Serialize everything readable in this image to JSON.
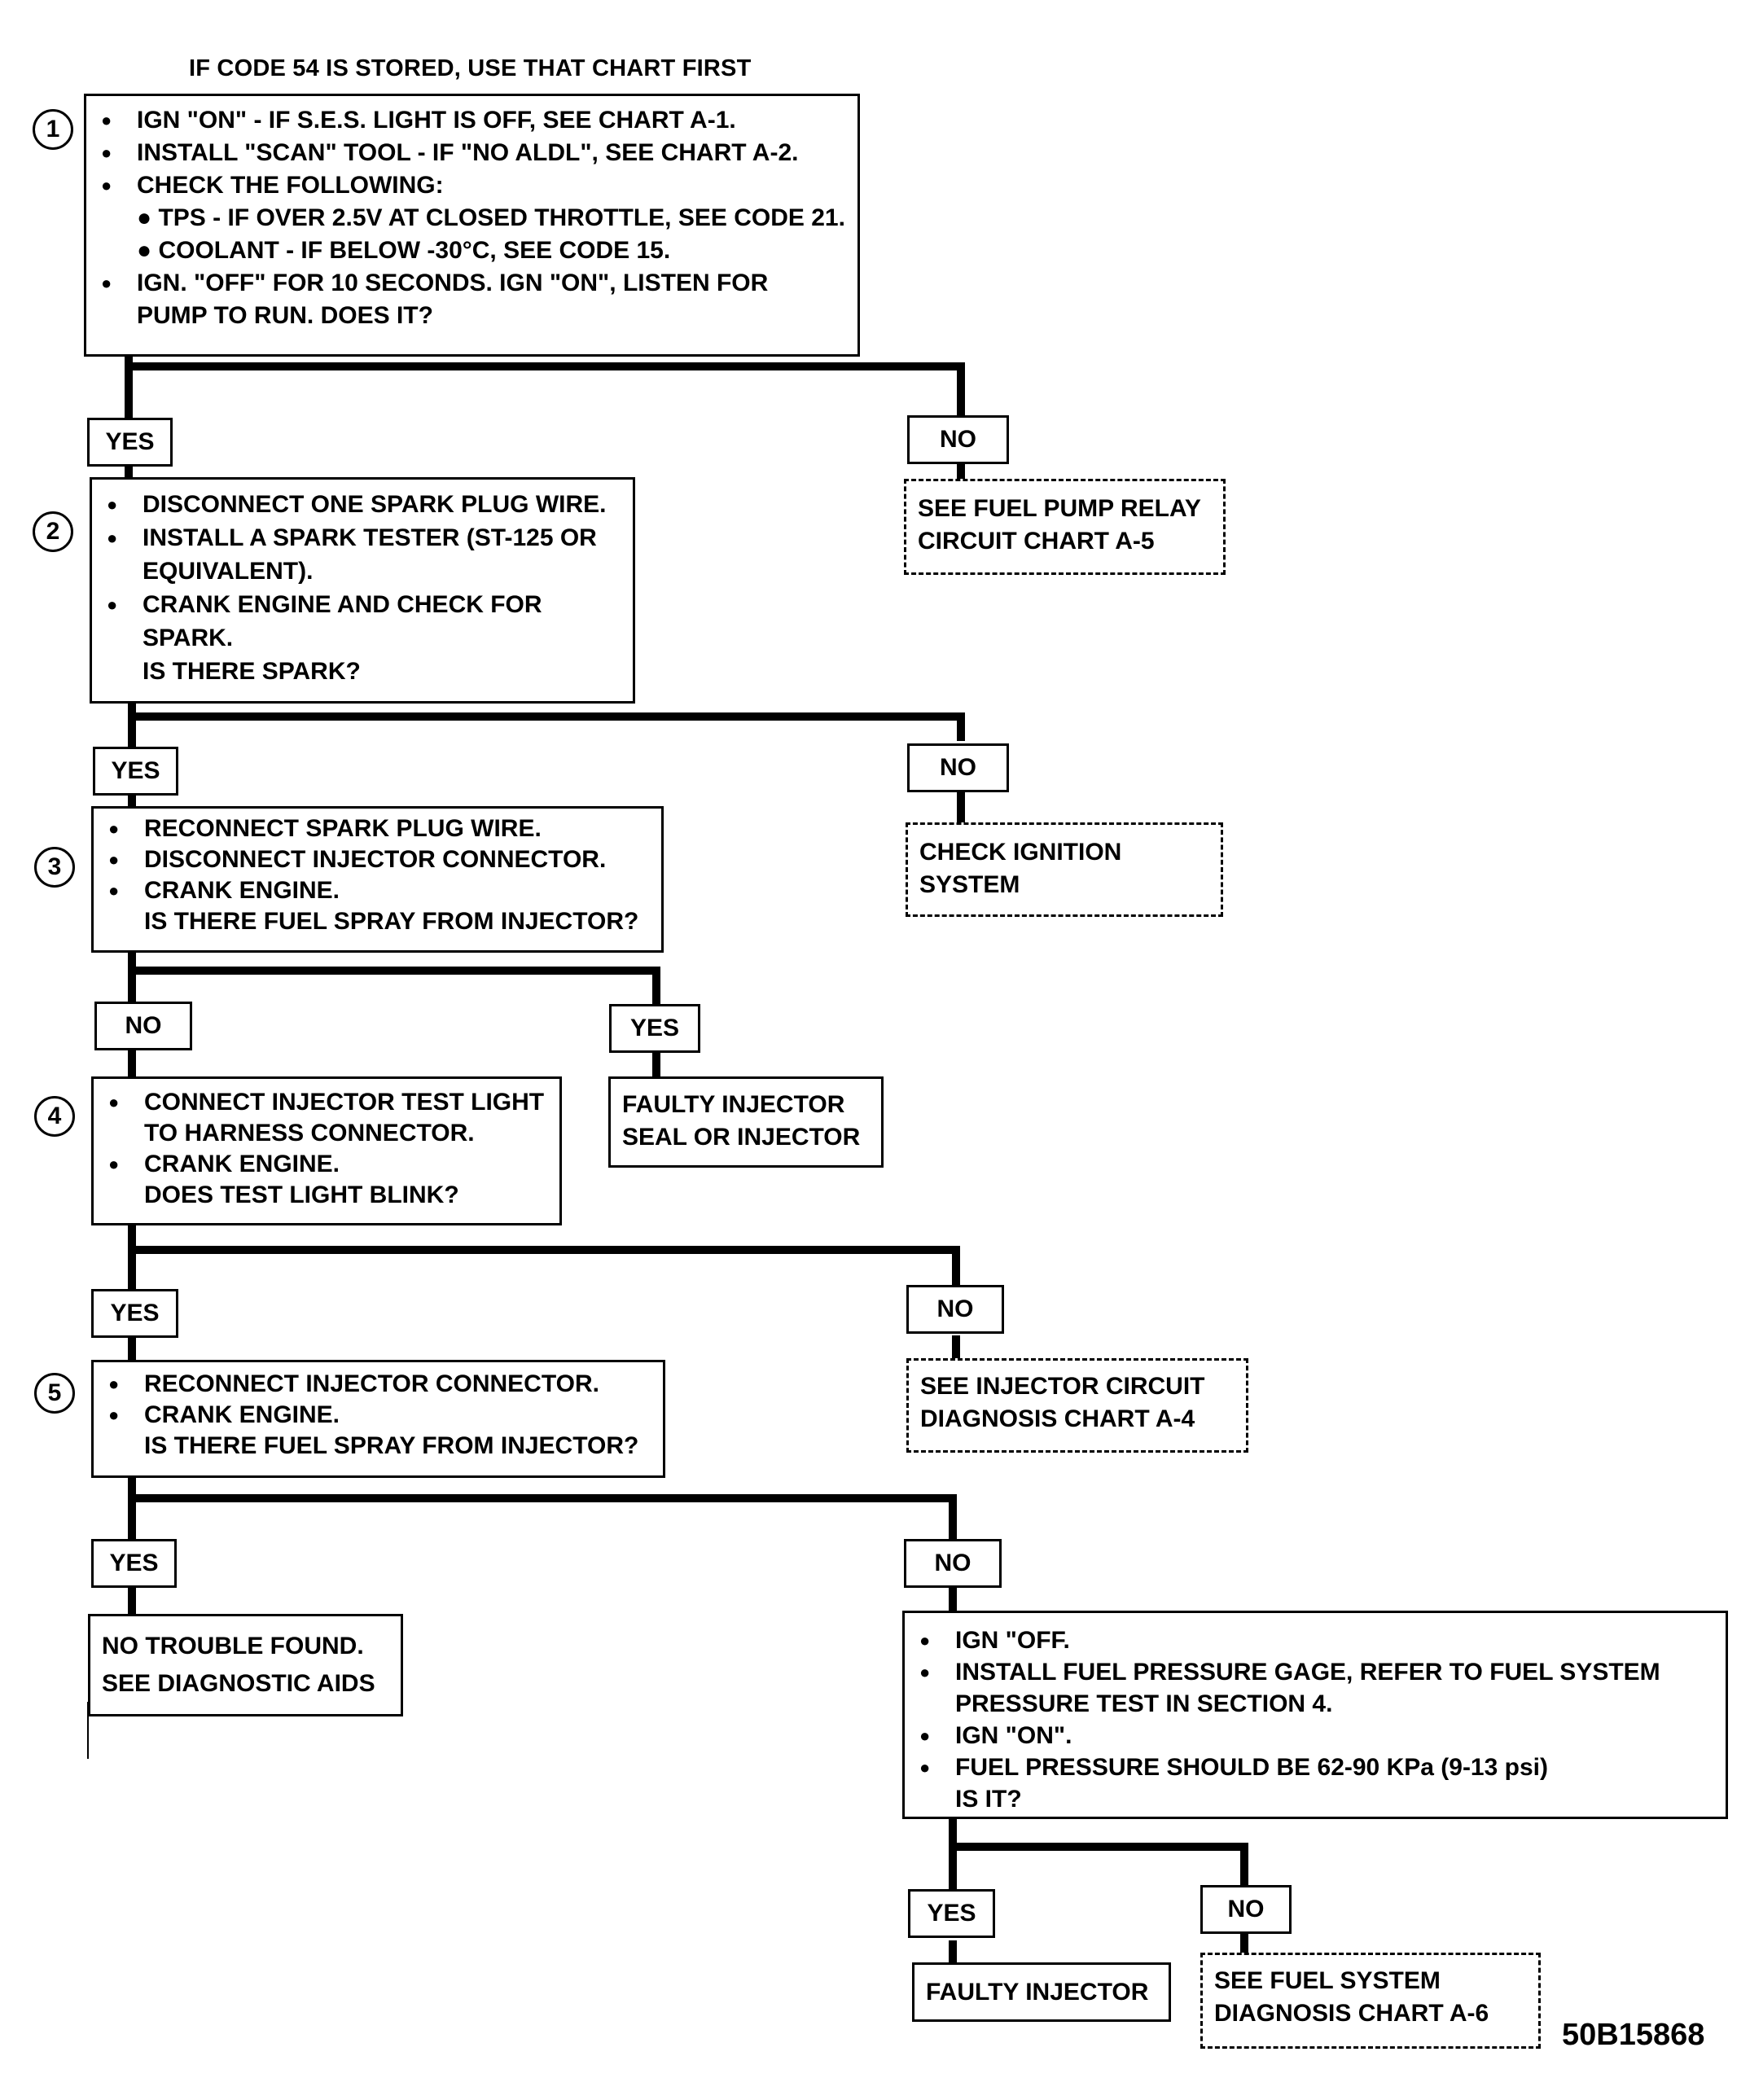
{
  "title": "IF CODE 54 IS STORED, USE THAT CHART FIRST",
  "figure_id": "50B15868",
  "steps": {
    "s1": {
      "num": "1",
      "bullets": [
        [
          "IGN \"ON\" - IF S.E.S. LIGHT IS OFF,  SEE CHART A-1."
        ],
        [
          "INSTALL \"SCAN\" TOOL - IF \"NO ALDL\", SEE CHART A-2."
        ],
        [
          "CHECK THE FOLLOWING:"
        ]
      ],
      "sub1": "● TPS - IF OVER 2.5V AT CLOSED THROTTLE,  SEE CODE 21.",
      "sub2": "● COOLANT - IF BELOW -30°C, SEE CODE 15.",
      "last": [
        "IGN. \"OFF\" FOR 10 SECONDS.  IGN \"ON\",  LISTEN FOR",
        "PUMP TO RUN.  DOES IT?"
      ]
    },
    "s2": {
      "num": "2",
      "b1": "DISCONNECT ONE SPARK PLUG WIRE.",
      "b2a": "INSTALL A SPARK TESTER  (ST-125 OR",
      "b2b": "EQUIVALENT).",
      "b3a": "CRANK ENGINE AND CHECK FOR",
      "b3b": "SPARK.",
      "b3c": "IS THERE SPARK?"
    },
    "s3": {
      "num": "3",
      "b1": "RECONNECT SPARK PLUG WIRE.",
      "b2": "DISCONNECT INJECTOR CONNECTOR.",
      "b3a": "CRANK ENGINE.",
      "b3b": "IS THERE FUEL SPRAY FROM INJECTOR?"
    },
    "s4": {
      "num": "4",
      "b1a": "CONNECT INJECTOR TEST LIGHT",
      "b1b": "TO HARNESS CONNECTOR.",
      "b2a": "CRANK ENGINE.",
      "b2b": "DOES TEST LIGHT BLINK?"
    },
    "s5": {
      "num": "5",
      "b1": "RECONNECT INJECTOR CONNECTOR.",
      "b2a": "CRANK ENGINE.",
      "b2b": "IS THERE FUEL SPRAY FROM INJECTOR?"
    },
    "s6": {
      "b1": "IGN \"OFF.",
      "b2a": "INSTALL FUEL PRESSURE GAGE, REFER TO FUEL SYSTEM",
      "b2b": "PRESSURE TEST IN SECTION 4.",
      "b3": "IGN \"ON\".",
      "b4a": "FUEL PRESSURE SHOULD BE 62-90 KPa (9-13 psi)",
      "b4b": "IS IT?"
    }
  },
  "outcomes": {
    "relay": [
      "SEE FUEL PUMP RELAY",
      "CIRCUIT CHART A-5"
    ],
    "ignition": [
      "CHECK  IGNITION",
      "SYSTEM"
    ],
    "seal": [
      "FAULTY INJECTOR",
      "SEAL OR INJECTOR"
    ],
    "circuit": [
      "SEE INJECTOR CIRCUIT",
      "DIAGNOSIS CHART A-4"
    ],
    "ntf": [
      "NO TROUBLE FOUND.",
      "SEE DIAGNOSTIC AIDS"
    ],
    "faulty": "FAULTY INJECTOR",
    "fuelsys": [
      "SEE FUEL SYSTEM",
      "DIAGNOSIS CHART A-6"
    ]
  },
  "labels": {
    "yes": "YES",
    "no": "NO"
  }
}
